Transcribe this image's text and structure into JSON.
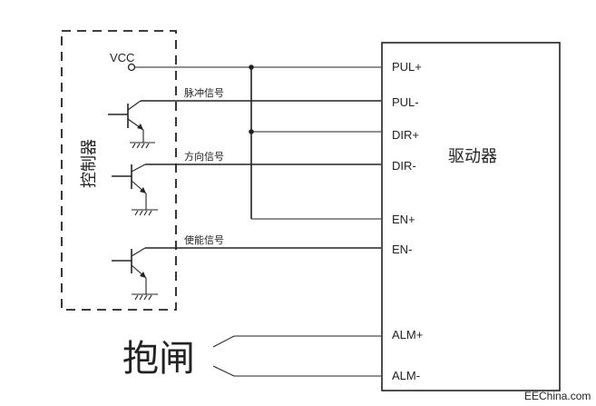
{
  "controller": {
    "label": "控制器",
    "vcc_label": "VCC"
  },
  "signals": [
    {
      "name": "pulse",
      "label": "脉冲信号"
    },
    {
      "name": "direction",
      "label": "方向信号"
    },
    {
      "name": "enable",
      "label": "使能信号"
    }
  ],
  "driver": {
    "label": "驱动器",
    "pins": [
      "PUL+",
      "PUL-",
      "DIR+",
      "DIR-",
      "EN+",
      "EN-",
      "ALM+",
      "ALM-"
    ]
  },
  "brake": {
    "label": "抱闸"
  },
  "watermark": "EEChina.com"
}
